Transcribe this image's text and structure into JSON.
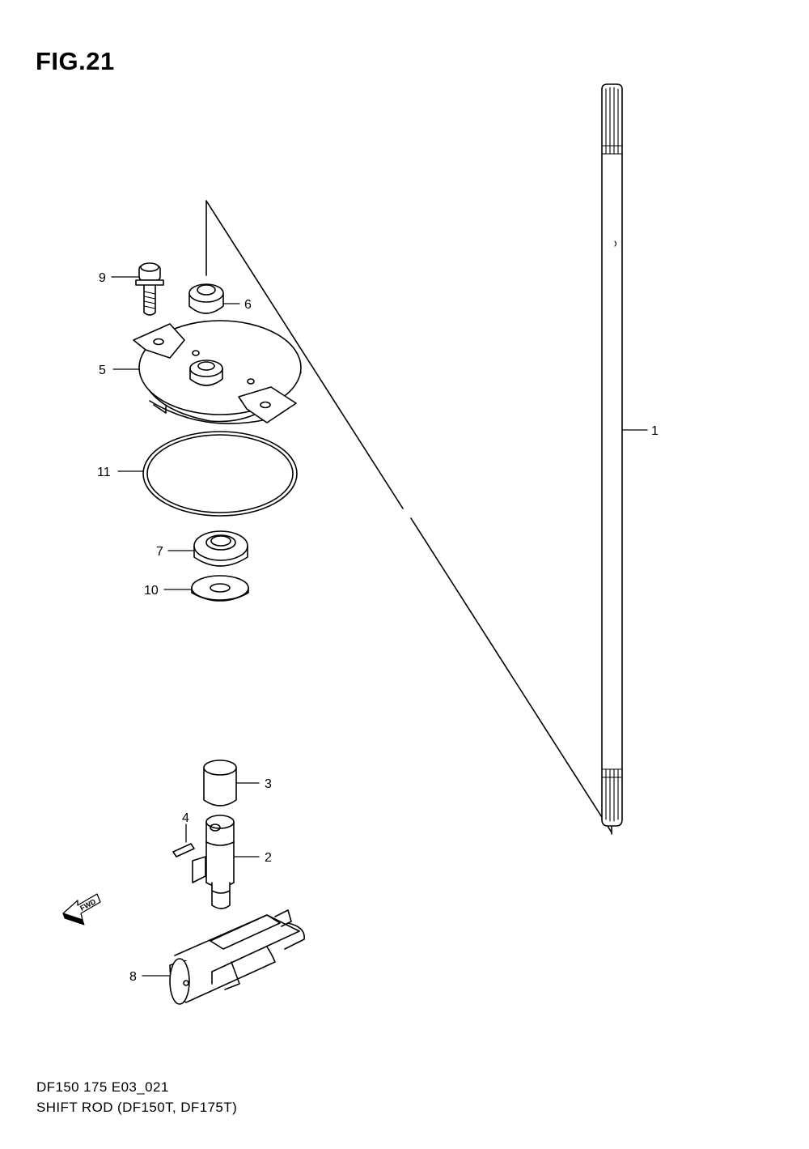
{
  "figure": {
    "title": "FIG.21",
    "code": "DF150 175 E03_021",
    "description": "SHIFT ROD (DF150T, DF175T)"
  },
  "callouts": [
    {
      "id": "1",
      "label": "1"
    },
    {
      "id": "2",
      "label": "2"
    },
    {
      "id": "3",
      "label": "3"
    },
    {
      "id": "4",
      "label": "4"
    },
    {
      "id": "5",
      "label": "5"
    },
    {
      "id": "6",
      "label": "6"
    },
    {
      "id": "7",
      "label": "7"
    },
    {
      "id": "8",
      "label": "8"
    },
    {
      "id": "9",
      "label": "9"
    },
    {
      "id": "10",
      "label": "10"
    },
    {
      "id": "11",
      "label": "11"
    }
  ],
  "fwd_arrow": {
    "label": "FWD",
    "icon": "fwd-arrow-icon"
  },
  "colors": {
    "line": "#000000",
    "background": "#ffffff"
  }
}
